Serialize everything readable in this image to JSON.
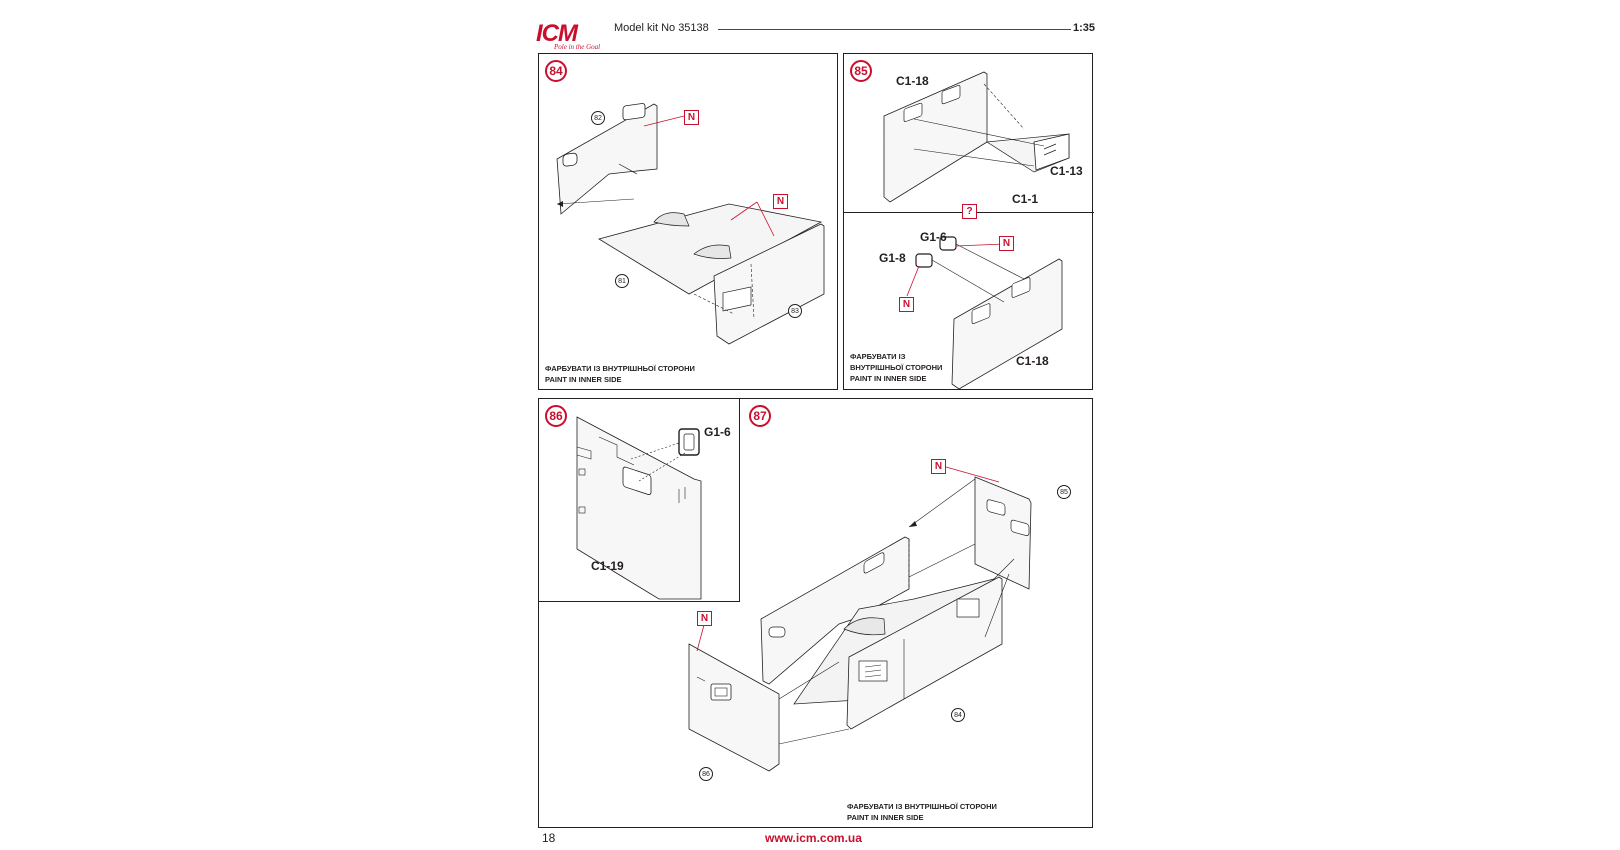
{
  "header": {
    "brand": "ICM",
    "tagline": "Pole in the Goal",
    "model_kit": "Model kit No 35138",
    "scale": "1:35"
  },
  "steps": {
    "s84": {
      "number": "84",
      "parts": {
        "p82": "82",
        "p81": "81",
        "p83": "83"
      },
      "paint_markers": [
        "N",
        "N"
      ],
      "note_ua": "ФАРБУВАТИ ІЗ ВНУТРІШНЬОЇ СТОРОНИ",
      "note_en": "PAINT IN INNER SIDE"
    },
    "s85": {
      "number": "85",
      "labels": {
        "c118_top": "C1-18",
        "c113": "C1-13",
        "c11": "C1-1"
      },
      "question_marker": "?",
      "labels_lower": {
        "g16": "G1-6",
        "g18": "G1-8",
        "c118_bottom": "C1-18"
      },
      "paint_markers": [
        "N",
        "N"
      ],
      "note_ua_1": "ФАРБУВАТИ ІЗ",
      "note_ua_2": "ВНУТРІШНЬОЇ СТОРОНИ",
      "note_en": "PAINT IN INNER SIDE"
    },
    "s86": {
      "number": "86",
      "labels": {
        "g16": "G1-6",
        "c119": "C1-19"
      }
    },
    "s87": {
      "number": "87",
      "parts": {
        "p85": "85",
        "p84": "84",
        "p86": "86"
      },
      "paint_markers": [
        "N",
        "N"
      ],
      "note_ua": "ФАРБУВАТИ ІЗ ВНУТРІШНЬОЇ СТОРОНИ",
      "note_en": "PAINT IN INNER SIDE"
    }
  },
  "footer": {
    "page": "18",
    "url": "www.icm.com.ua"
  },
  "colors": {
    "accent": "#c8102e",
    "line": "#231f20",
    "part_fill": "#f2f2f2"
  }
}
